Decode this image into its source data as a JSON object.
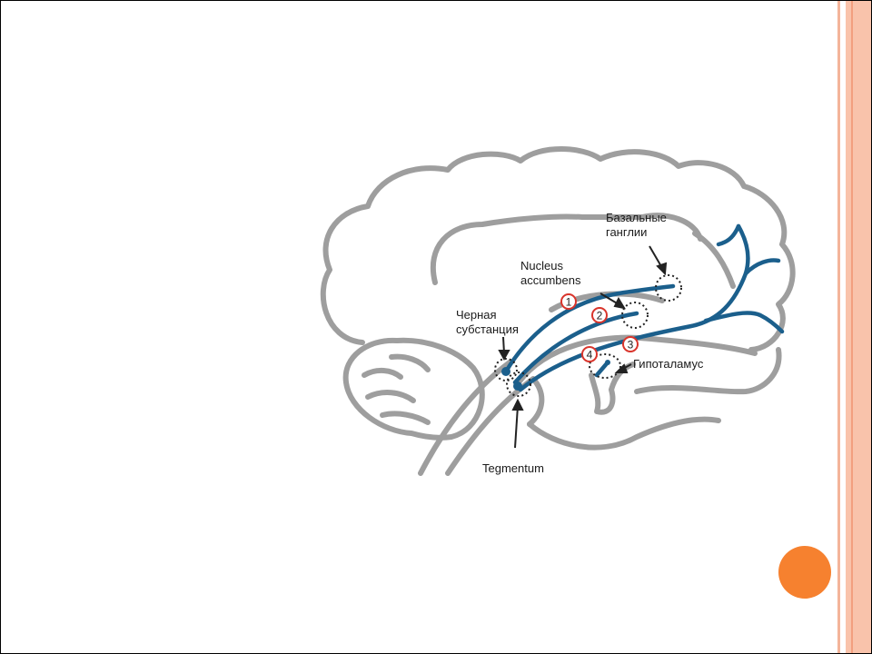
{
  "labels": {
    "basal_ganglia": "Базальные\nганглии",
    "nucleus_accumbens": "Nucleus\naccumbens",
    "substantia_nigra": "Черная\nсубстанция",
    "hypothalamus": "Гипоталамус",
    "tegmentum": "Tegmentum"
  },
  "pathway_markers": [
    "1",
    "2",
    "3",
    "4"
  ],
  "colors": {
    "brain_outline": "#9e9e9e",
    "pathway": "#1b5f8c",
    "marker_ring": "#d9342b",
    "accent": "#f6812f",
    "stripe": "#f9c3ab"
  }
}
